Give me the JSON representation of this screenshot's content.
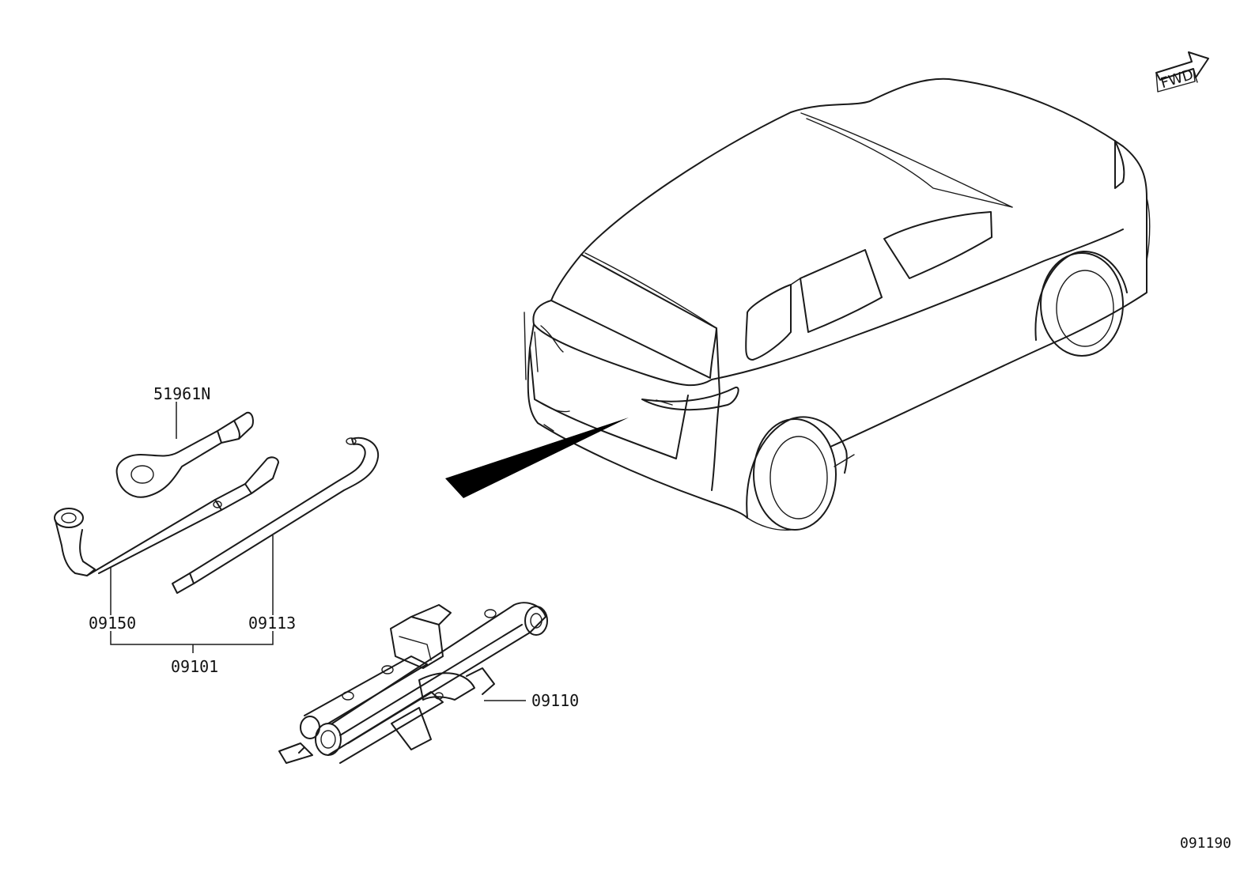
{
  "diagram": {
    "fwd_label": "FWD",
    "figure_number": "091190",
    "callouts": {
      "wrench_handle": "51961N",
      "lug_wrench": "09150",
      "jack_handle": "09113",
      "tool_set": "09101",
      "jack": "09110"
    }
  },
  "colors": {
    "line": "#1a1a1a",
    "pointer_fill": "#000000",
    "background": "#ffffff"
  },
  "icons": [
    "fwd-arrow-icon"
  ]
}
